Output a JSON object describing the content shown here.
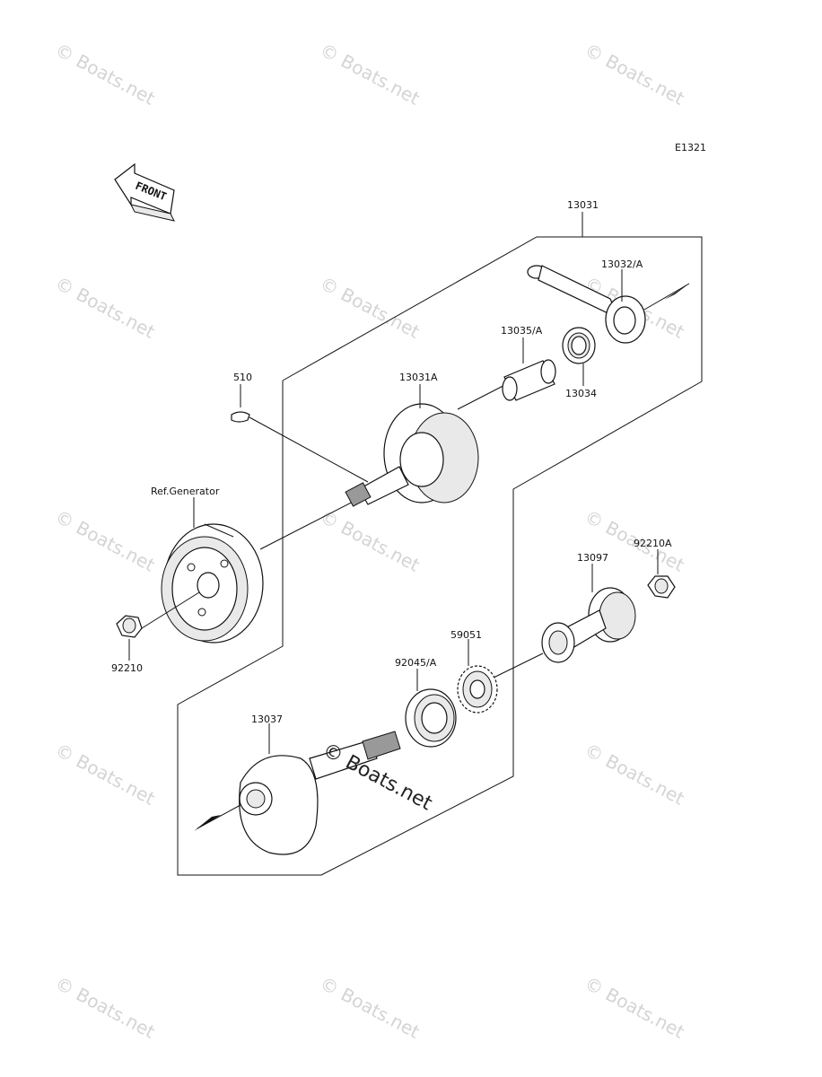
{
  "diagram": {
    "code": "E1321",
    "front_label": "FRONT",
    "watermark_text": "© Boats.net",
    "center_watermark": "© Boats.net",
    "labels": {
      "p13031": "13031",
      "p13032": "13032/A",
      "p13035": "13035/A",
      "p13034": "13034",
      "p510": "510",
      "p13031A": "13031A",
      "refgen": "Ref.Generator",
      "p92210": "92210",
      "p92210A": "92210A",
      "p13097": "13097",
      "p59051": "59051",
      "p92045": "92045/A",
      "p13037": "13037"
    }
  }
}
